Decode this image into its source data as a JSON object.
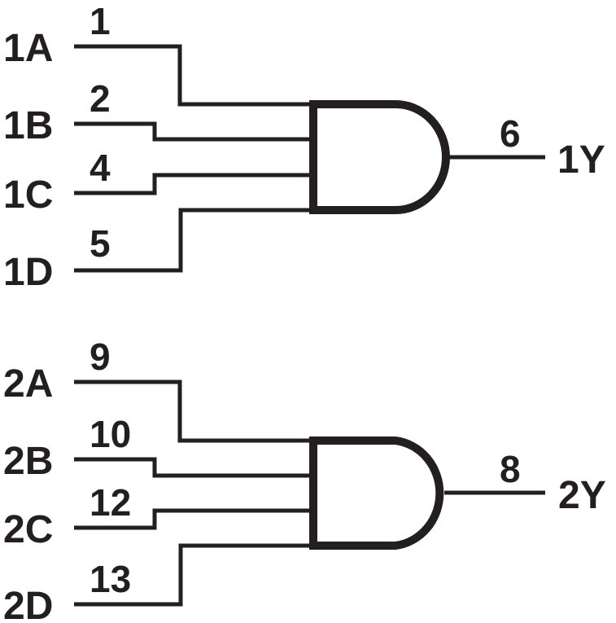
{
  "colors": {
    "ink": "#231f20",
    "background": "#ffffff"
  },
  "gates": [
    {
      "id": "gate-1",
      "type": "AND",
      "inputs": [
        {
          "label": "1A",
          "pin": "1"
        },
        {
          "label": "1B",
          "pin": "2"
        },
        {
          "label": "1C",
          "pin": "4"
        },
        {
          "label": "1D",
          "pin": "5"
        }
      ],
      "output": {
        "label": "1Y",
        "pin": "6"
      }
    },
    {
      "id": "gate-2",
      "type": "AND",
      "inputs": [
        {
          "label": "2A",
          "pin": "9"
        },
        {
          "label": "2B",
          "pin": "10"
        },
        {
          "label": "2C",
          "pin": "12"
        },
        {
          "label": "2D",
          "pin": "13"
        }
      ],
      "output": {
        "label": "2Y",
        "pin": "8"
      }
    }
  ]
}
